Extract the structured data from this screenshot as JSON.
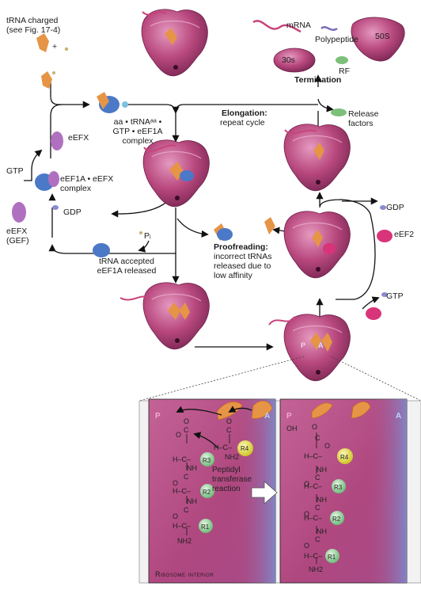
{
  "labels": {
    "trna_charged": "tRNA charged\n(see Fig. 17-4)",
    "plus": "+",
    "ternary_complex": "aa • tRNAᵃᵃ •\nGTP • eEF1A\ncomplex",
    "eefx": "eEFX",
    "gtp_left": "GTP",
    "eef1a_eefx_complex": "eEF1A • eEFX\ncomplex",
    "gdp_left": "GDP",
    "eefx_gef": "eEFX\n(GEF)",
    "pi": "Pᵢ",
    "trna_accepted": "tRNA accepted\neEF1A released",
    "elongation_title": "Elongation:",
    "elongation_sub": "repeat cycle",
    "proofreading_title": "Proofreading:",
    "proofreading_sub": "incorrect tRNAs\nreleased due to\nlow affinity",
    "mrna": "mRNA",
    "polypeptide": "Polypeptide",
    "s50": "50S",
    "s30": "30s",
    "rf": "RF",
    "termination": "Termination",
    "release_factors": "Release\nfactors",
    "gdp_right": "GDP",
    "eef2": "eEF2",
    "gtp_right": "GTP",
    "p_site": "P",
    "a_site": "A",
    "inset_p": "P",
    "inset_a": "A",
    "peptidyl": "Peptidyl\ntransferase\nreaction",
    "ribosome_interior": "Ribosome interior"
  },
  "chem_left": {
    "o_top": "O",
    "c_top": "C",
    "o_link": "O",
    "o_right": "O",
    "c_right": "C",
    "h_c_r4": "H–C–",
    "r4": "R4",
    "nh2_r4": "NH2",
    "h_c_r3": "H–C–",
    "r3": "R3",
    "nh_1": "NH",
    "c_mid1": "C",
    "o_mid1": "O",
    "h_c_r2": "H–C–",
    "r2": "R2",
    "nh_2": "NH",
    "c_mid2": "C",
    "o_mid2": "O",
    "h_c_r1": "H–C–",
    "r1": "R1",
    "nh2_bottom": "NH2"
  },
  "chem_right": {
    "oh": "OH",
    "o_link": "O",
    "c_top": "C",
    "o_top": "O",
    "h_c_r4": "H–C–",
    "r4": "R4",
    "nh_1": "NH",
    "c_1": "C",
    "o_1": "O",
    "h_c_r3": "H–C–",
    "r3": "R3",
    "nh_2": "NH",
    "c_2": "C",
    "o_2": "O",
    "h_c_r2": "H–C–",
    "r2": "R2",
    "nh_3": "NH",
    "c_3": "C",
    "o_3": "O",
    "h_c_r1": "H–C–",
    "r1": "R1",
    "nh2_bottom": "NH2"
  },
  "colors": {
    "ribosome": "#b0447a",
    "ribosome_light": "#d07aa5",
    "ribosome_dark": "#7e2a55",
    "mrna": "#c8447a",
    "trna": "#e69445",
    "eef1a": "#4b79c8",
    "eefx": "#b070c0",
    "eef2": "#d8347a",
    "release_factor": "#7cc07a",
    "polypeptide": "#7b6fb8",
    "inset_bg": "#b54c86",
    "inset_blue": "#6c8fc8",
    "r_green": "#9fd2a0",
    "r_yellow": "#e6e24a",
    "arrow": "#111111"
  }
}
